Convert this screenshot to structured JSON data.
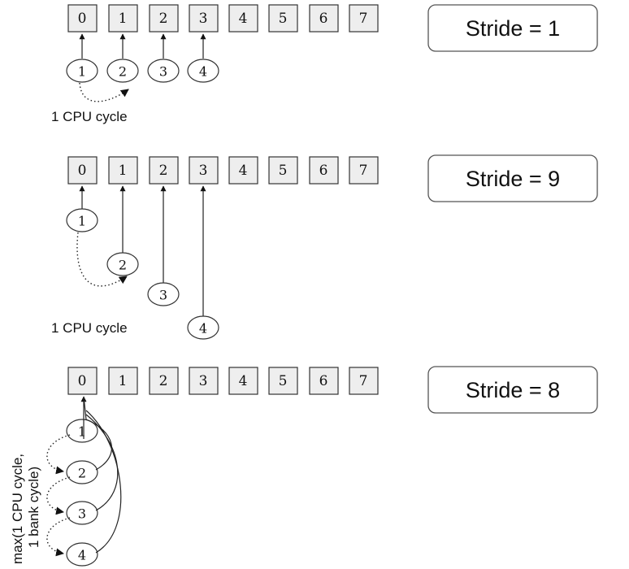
{
  "panels": [
    {
      "stride_label": "Stride = 1",
      "banks": [
        "0",
        "1",
        "2",
        "3",
        "4",
        "5",
        "6",
        "7"
      ],
      "requests": [
        "1",
        "2",
        "3",
        "4"
      ],
      "note": "1 CPU cycle"
    },
    {
      "stride_label": "Stride = 9",
      "banks": [
        "0",
        "1",
        "2",
        "3",
        "4",
        "5",
        "6",
        "7"
      ],
      "requests": [
        "1",
        "2",
        "3",
        "4"
      ],
      "note": "1 CPU cycle"
    },
    {
      "stride_label": "Stride = 8",
      "banks": [
        "0",
        "1",
        "2",
        "3",
        "4",
        "5",
        "6",
        "7"
      ],
      "requests": [
        "1",
        "2",
        "3",
        "4"
      ],
      "note_lines": [
        "max(1 CPU cycle,",
        "1 bank cycle)"
      ]
    }
  ]
}
